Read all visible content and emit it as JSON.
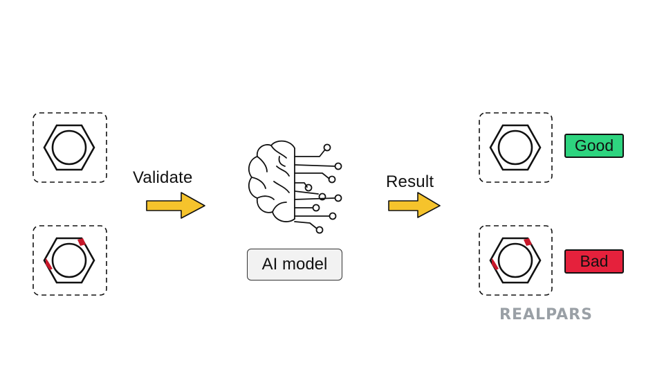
{
  "labels": {
    "validate": "Validate",
    "result": "Result",
    "model": "AI model"
  },
  "badges": {
    "good": {
      "text": "Good",
      "color": "#2ed47f"
    },
    "bad": {
      "text": "Bad",
      "color": "#e5213c"
    }
  },
  "brand": {
    "text": "REALPARS",
    "color": "#9aa0a6"
  },
  "colors": {
    "arrow": "#f5c32c",
    "defect": "#c8182a",
    "stroke": "#111111"
  },
  "icons": [
    "hex-nut-icon",
    "hex-nut-defect-icon",
    "brain-circuit-icon",
    "arrow-right-icon"
  ]
}
